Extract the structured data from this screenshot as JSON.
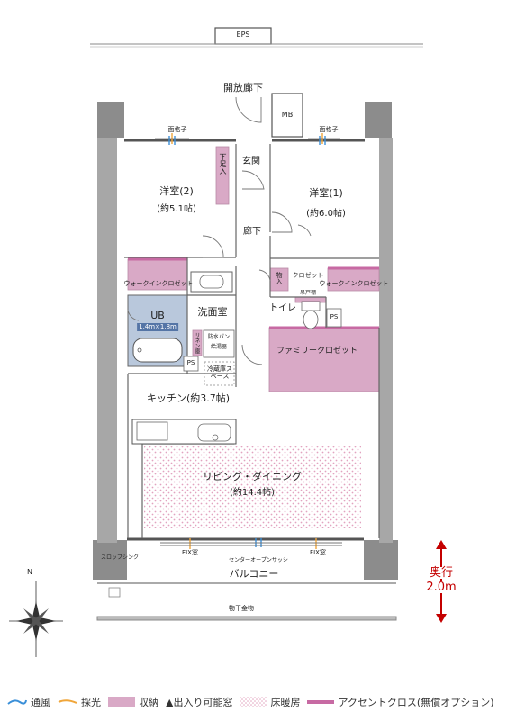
{
  "top": {
    "eps": "EPS",
    "corridor": "開放廊下",
    "mb": "MB",
    "grille_left": "面格子",
    "grille_right": "面格子"
  },
  "rooms": {
    "western2_name": "洋室(2)",
    "western2_size": "(約5.1帖)",
    "western1_name": "洋室(1)",
    "western1_size": "(約6.0帖)",
    "entrance": "玄関",
    "shoe_closet": "下足入",
    "hallway": "廊下",
    "wic_left": "ウォークインクロゼット",
    "storage": "物入",
    "closet": "クロゼット",
    "hanger": "吊戸棚",
    "wic_right": "ウォークインクロゼット",
    "ub": "UB",
    "ub_size": "1.4m×1.8m",
    "washroom": "洗面室",
    "toilet": "トイレ",
    "ps1": "PS",
    "ps2": "PS",
    "linen": "リネン庫",
    "washpan": "防水パン",
    "water_heater": "給湯器",
    "family_closet": "ファミリークロゼット",
    "fridge": "冷蔵庫スペース",
    "kitchen": "キッチン(約3.7帖)",
    "living": "リビング・ダイニング",
    "living_size": "(約14.4帖)"
  },
  "bottom": {
    "fix_left": "FIX窓",
    "center_sash": "センターオープンサッシ",
    "fix_right": "FIX窓",
    "slop_sink": "スロップシンク",
    "balcony": "バルコニー",
    "drying": "物干金物"
  },
  "compass": {
    "north": "N"
  },
  "depth": {
    "label": "奥行",
    "value": "2.0m"
  },
  "legend": {
    "ventilation": "通風",
    "daylight": "採光",
    "storage": "収納",
    "access_window": "▲出入り可能窓",
    "floor_heating": "床暖房",
    "accent_cloth": "アクセントクロス(無償オプション)"
  },
  "colors": {
    "storage": "#d9a9c6",
    "accent": "#c76aa3",
    "ub": "#b9c8dc",
    "floorheat": "#e2a3c0",
    "ventilation": "#3a8fd8",
    "daylight": "#f0a63a",
    "depth": "#c40000"
  }
}
